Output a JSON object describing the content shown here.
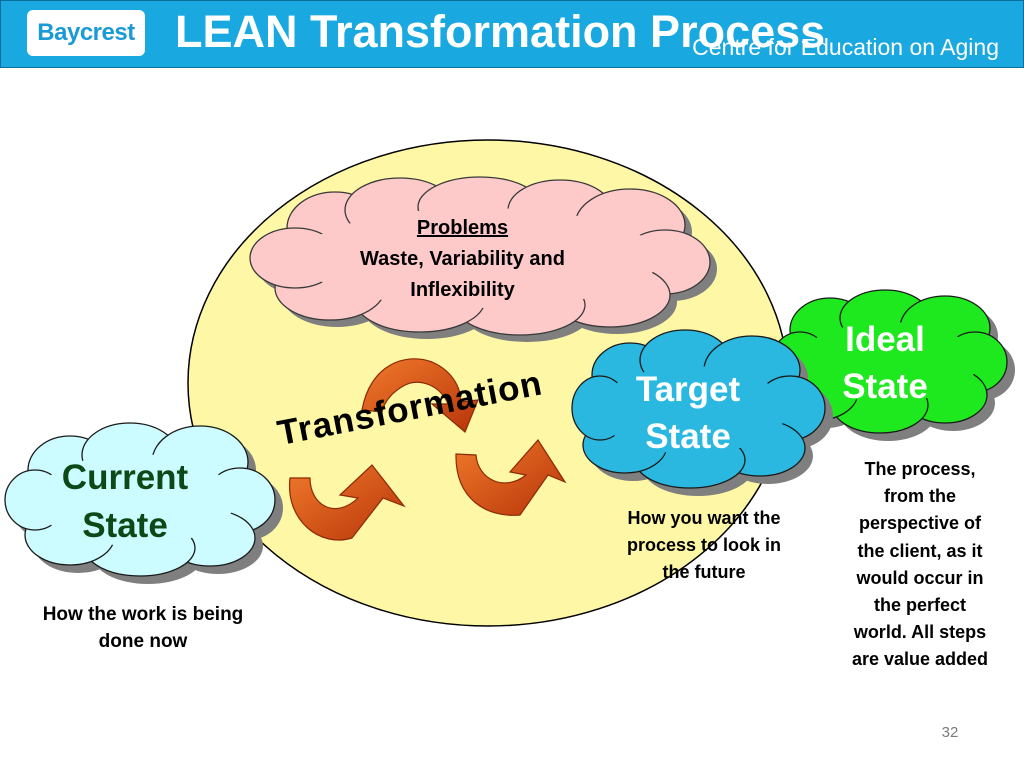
{
  "header": {
    "logo_text": "Baycrest",
    "title": "LEAN Transformation Process",
    "subtitle": "Centre for Education on Aging"
  },
  "diagram": {
    "problems": {
      "heading": "Problems",
      "line1": "Waste, Variability and",
      "line2": "Inflexibility"
    },
    "transformation_label": "Transformation",
    "current_state": {
      "line1": "Current",
      "line2": "State",
      "caption_line1": "How the work is being",
      "caption_line2": "done now"
    },
    "target_state": {
      "line1": "Target",
      "line2": "State",
      "caption_line1": "How you want the",
      "caption_line2": "process to look in",
      "caption_line3": "the future"
    },
    "ideal_state": {
      "line1": "Ideal",
      "line2": "State",
      "caption_line1": "The process,",
      "caption_line2": "from the",
      "caption_line3": "perspective of",
      "caption_line4": "the client, as it",
      "caption_line5": "would occur in",
      "caption_line6": "the perfect",
      "caption_line7": "world. All steps",
      "caption_line8": "are value added"
    },
    "colors": {
      "header": "#19a8df",
      "ellipse": "#fdf7a6",
      "problems_cloud": "#fdc9c9",
      "current_cloud": "#ccfcff",
      "target_cloud": "#2ab8e0",
      "ideal_cloud": "#1ee81e",
      "arrow": "#d94d0f",
      "current_text": "#0b4a17"
    }
  },
  "footer": {
    "page_number": "32"
  }
}
